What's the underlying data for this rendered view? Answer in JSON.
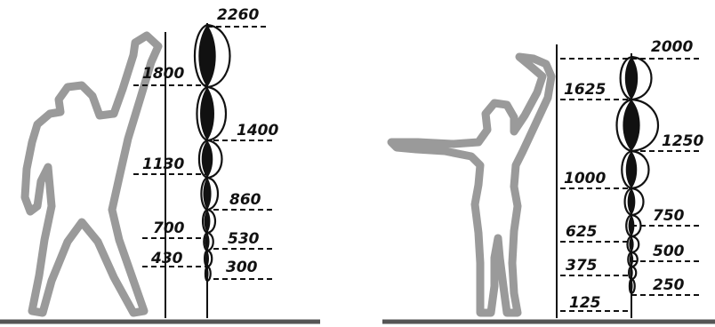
{
  "left_panel": {
    "labels": [
      "2260",
      "1800",
      "1400",
      "1130",
      "860",
      "700",
      "530",
      "430",
      "300"
    ]
  },
  "right_panel": {
    "labels": [
      "2000",
      "1625",
      "1250",
      "1000",
      "750",
      "625",
      "500",
      "375",
      "250",
      "125"
    ]
  },
  "colors": {
    "figure": "#9a9a9a",
    "ink": "#111111",
    "ground": "#555555"
  }
}
